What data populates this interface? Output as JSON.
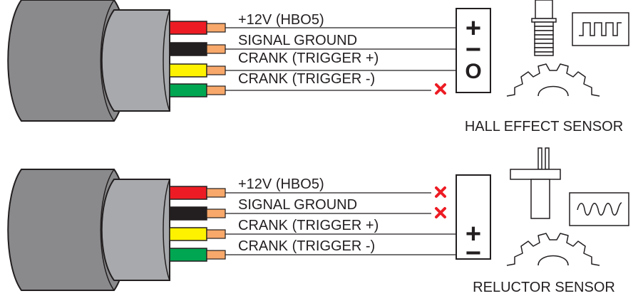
{
  "diagrams": [
    {
      "wire_labels": [
        "+12V (HBO5)",
        "SIGNAL GROUND",
        "CRANK (TRIGGER +)",
        "CRANK (TRIGGER -)"
      ],
      "wire_colors": [
        "#ed1c24",
        "#231f20",
        "#fff200",
        "#00a651"
      ],
      "unconnected_wires": [
        "CRANK (TRIGGER -)"
      ],
      "terminal_symbols": [
        "+",
        "−",
        "O"
      ],
      "sensor_caption": "HALL EFFECT SENSOR",
      "signal_waveform": "square-wave"
    },
    {
      "wire_labels": [
        "+12V (HBO5)",
        "SIGNAL GROUND",
        "CRANK (TRIGGER +)",
        "CRANK (TRIGGER -)"
      ],
      "wire_colors": [
        "#ed1c24",
        "#231f20",
        "#fff200",
        "#00a651"
      ],
      "unconnected_wires": [
        "+12V (HBO5)",
        "SIGNAL GROUND"
      ],
      "terminal_symbols": [
        "+",
        "−"
      ],
      "sensor_caption": "RELUCTOR SENSOR",
      "signal_waveform": "sine-wave"
    }
  ],
  "colors": {
    "cable_jacket": "#8a8a8c",
    "inner_sheath": "#a7a9ac",
    "copper": "#f7a86a",
    "no_connect_mark": "#ed1c24",
    "outline": "#231f20"
  }
}
